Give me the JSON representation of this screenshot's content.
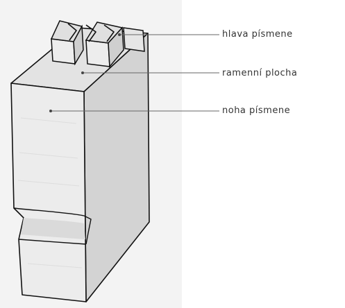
{
  "diagram": {
    "labels": {
      "head": "hlava písmene",
      "shoulder": "ramenní plocha",
      "foot": "noha písmene"
    }
  },
  "colors": {
    "background": "#ffffff",
    "backdrop_panel": "#f3f3f3",
    "front_face": "#ececec",
    "side_face": "#d2d2d2",
    "top_face": "#e2e2e2",
    "outline": "#111111",
    "leader_line": "#666666"
  }
}
